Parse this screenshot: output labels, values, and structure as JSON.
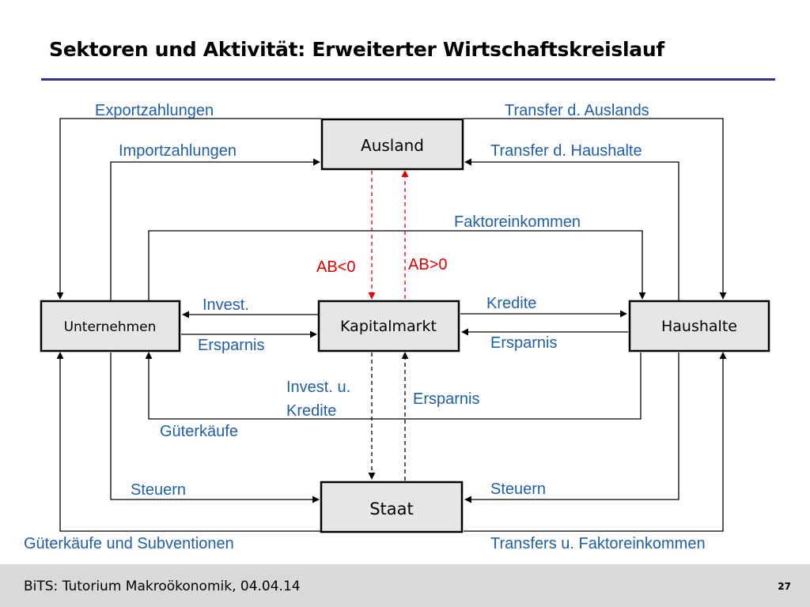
{
  "title": "Sektoren und Aktivität: Erweiterter Wirtschaftskreislauf",
  "nodes": {
    "ausland": "Ausland",
    "unternehmen": "Unternehmen",
    "kapitalmarkt": "Kapitalmarkt",
    "haushalte": "Haushalte",
    "staat": "Staat"
  },
  "flows": {
    "exportzahlungen": "Exportzahlungen",
    "transfer_auslands": "Transfer d. Auslands",
    "importzahlungen": "Importzahlungen",
    "transfer_haushalte": "Transfer d. Haushalte",
    "faktoreinkommen": "Faktoreinkommen",
    "ab_less": "AB<0",
    "ab_greater": "AB>0",
    "invest": "Invest.",
    "ersparnis_unternehmen": "Ersparnis",
    "kredite": "Kredite",
    "ersparnis_haushalte": "Ersparnis",
    "invest_kredite_1": "Invest. u.",
    "invest_kredite_2": "Kredite",
    "ersparnis_staat": "Ersparnis",
    "gueterkaeufe": "Güterkäufe",
    "steuern_unternehmen": "Steuern",
    "steuern_haushalte": "Steuern",
    "gueterkaeufe_subventionen": "Güterkäufe und Subventionen",
    "transfers_faktoreinkommen": "Transfers u. Faktoreinkommen"
  },
  "footer": {
    "text": "BiTS: Tutorium Makroökonomik, 04.04.14",
    "page": "27"
  },
  "colors": {
    "rule": "#2e3192",
    "label_blue": "#1f5fa8",
    "ab_red": "#e00000",
    "box_fill": "#e6e6e6",
    "footer_bg": "#d9d9d9"
  }
}
